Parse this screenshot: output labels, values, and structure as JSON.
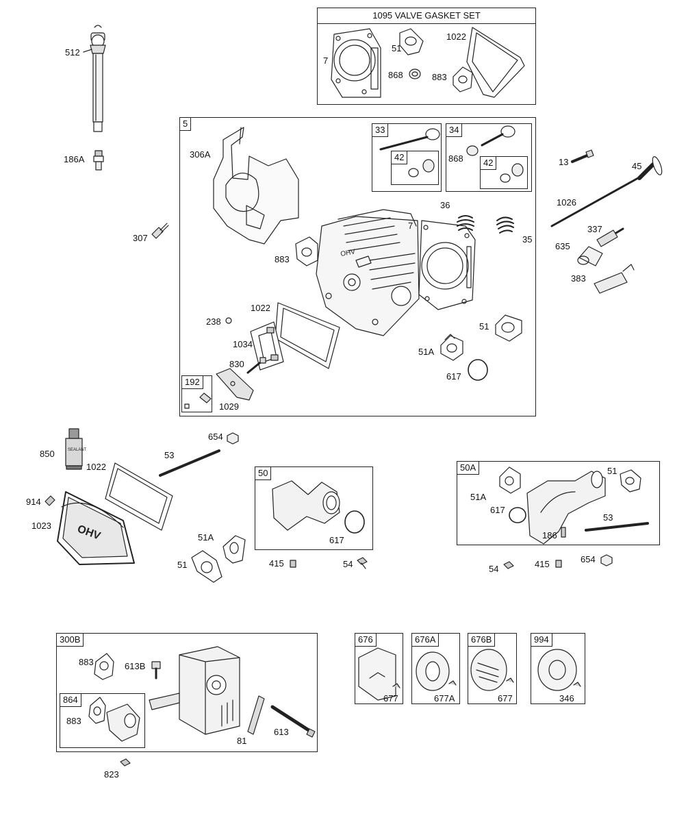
{
  "kits": {
    "valve_gasket_set": "1095 VALVE GASKET SET",
    "cylinder_head": "5",
    "intake_valve_kit": "33",
    "exhaust_valve_kit": "34",
    "seal_kit_a": "42",
    "seal_kit_b": "42",
    "screw_kit_192": "192",
    "intake_kit_50": "50",
    "intake_kit_50a": "50A",
    "muffler_300b": "300B",
    "muffler_kit_864": "864",
    "guard_676": "676",
    "guard_676a": "676A",
    "guard_676b": "676B",
    "guard_994": "994"
  },
  "callouts": [
    {
      "id": "512",
      "text": "512"
    },
    {
      "id": "186A",
      "text": "186A"
    },
    {
      "id": "307",
      "text": "307"
    },
    {
      "id": "gs-7",
      "text": "7"
    },
    {
      "id": "gs-51",
      "text": "51"
    },
    {
      "id": "gs-1022",
      "text": "1022"
    },
    {
      "id": "gs-868",
      "text": "868"
    },
    {
      "id": "gs-883",
      "text": "883"
    },
    {
      "id": "306A",
      "text": "306A"
    },
    {
      "id": "k33-42",
      "text": "42"
    },
    {
      "id": "k34-868",
      "text": "868"
    },
    {
      "id": "k34-42",
      "text": "42"
    },
    {
      "id": "36",
      "text": "36"
    },
    {
      "id": "h-7",
      "text": "7"
    },
    {
      "id": "35",
      "text": "35"
    },
    {
      "id": "h-883",
      "text": "883"
    },
    {
      "id": "h-1022",
      "text": "1022"
    },
    {
      "id": "238",
      "text": "238"
    },
    {
      "id": "1034",
      "text": "1034"
    },
    {
      "id": "830",
      "text": "830"
    },
    {
      "id": "1029",
      "text": "1029"
    },
    {
      "id": "h-51",
      "text": "51"
    },
    {
      "id": "h-51A",
      "text": "51A"
    },
    {
      "id": "h-617",
      "text": "617"
    },
    {
      "id": "13",
      "text": "13"
    },
    {
      "id": "45",
      "text": "45"
    },
    {
      "id": "1026",
      "text": "1026"
    },
    {
      "id": "337",
      "text": "337"
    },
    {
      "id": "635",
      "text": "635"
    },
    {
      "id": "383",
      "text": "383"
    },
    {
      "id": "654",
      "text": "654"
    },
    {
      "id": "850",
      "text": "850"
    },
    {
      "id": "53",
      "text": "53"
    },
    {
      "id": "c-1022",
      "text": "1022"
    },
    {
      "id": "914",
      "text": "914"
    },
    {
      "id": "1023",
      "text": "1023"
    },
    {
      "id": "m-51A",
      "text": "51A"
    },
    {
      "id": "m-51",
      "text": "51"
    },
    {
      "id": "k50-617",
      "text": "617"
    },
    {
      "id": "415",
      "text": "415"
    },
    {
      "id": "54",
      "text": "54"
    },
    {
      "id": "k50a-51A",
      "text": "51A"
    },
    {
      "id": "k50a-617",
      "text": "617"
    },
    {
      "id": "k50a-51",
      "text": "51"
    },
    {
      "id": "k50a-53",
      "text": "53"
    },
    {
      "id": "186",
      "text": "186"
    },
    {
      "id": "r-54",
      "text": "54"
    },
    {
      "id": "r-415",
      "text": "415"
    },
    {
      "id": "r-654",
      "text": "654"
    },
    {
      "id": "mf-883",
      "text": "883"
    },
    {
      "id": "613B",
      "text": "613B"
    },
    {
      "id": "mk-883",
      "text": "883"
    },
    {
      "id": "81",
      "text": "81"
    },
    {
      "id": "613",
      "text": "613"
    },
    {
      "id": "823",
      "text": "823"
    },
    {
      "id": "677",
      "text": "677"
    },
    {
      "id": "677A",
      "text": "677A"
    },
    {
      "id": "677b",
      "text": "677"
    },
    {
      "id": "346",
      "text": "346"
    }
  ],
  "artwork_text": {
    "head_marking": "OHV",
    "cover_marking": "OHV",
    "tube_marking": "SEALANT"
  }
}
